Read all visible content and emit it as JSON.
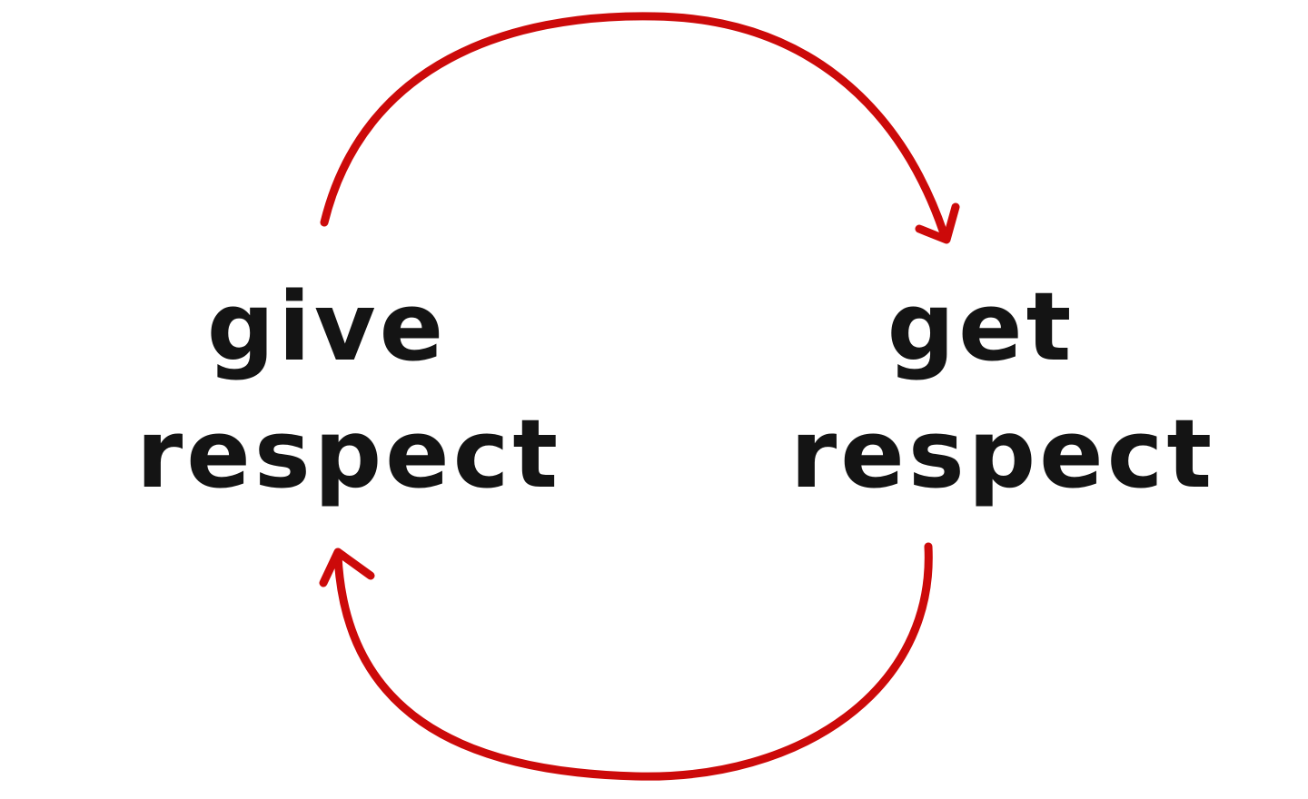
{
  "diagram": {
    "nodes": [
      {
        "id": "give",
        "lines": [
          "give",
          "respect"
        ]
      },
      {
        "id": "get",
        "lines": [
          "get",
          "respect"
        ]
      }
    ],
    "edges": [
      {
        "from": "give",
        "to": "get",
        "position": "top"
      },
      {
        "from": "get",
        "to": "give",
        "position": "bottom"
      }
    ],
    "colors": {
      "arrow": "#cc0a0a",
      "text": "#141414",
      "background": "#ffffff"
    }
  }
}
